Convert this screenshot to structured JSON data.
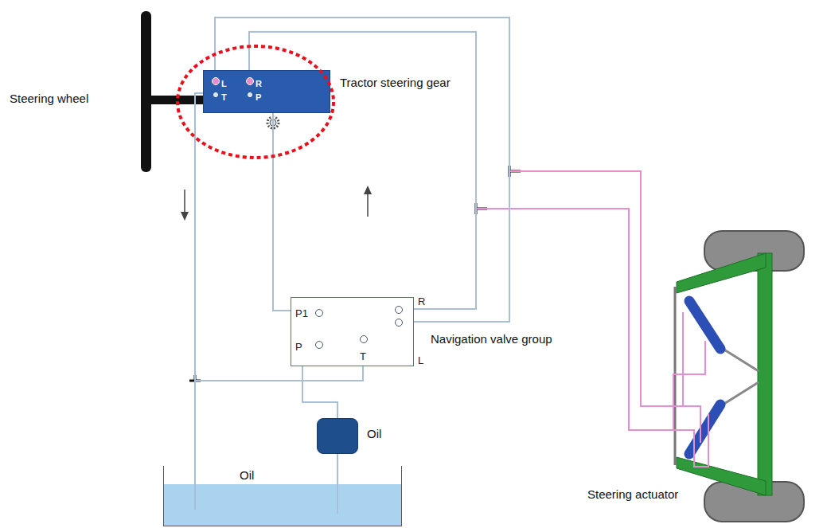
{
  "diagram": {
    "nodes": [
      {
        "text": [
          "Tractor steering gear",
          "L",
          "R",
          "T",
          "P"
        ]
      },
      {
        "text": [
          "Navigation valve group",
          "P1",
          "P",
          "T",
          "R",
          "L"
        ]
      },
      {
        "text": [
          "Oil"
        ]
      },
      {
        "text": [
          "Oil"
        ]
      },
      {
        "text": [
          "Steering actuator"
        ]
      }
    ],
    "edges": [
      {
        "from": 0,
        "to": 1,
        "arrow": "none"
      },
      {
        "from": 0,
        "to": 1,
        "arrow": "none"
      },
      {
        "from": 1,
        "to": 0,
        "arrow": "none"
      },
      {
        "from": 3,
        "to": 1,
        "arrow": "none"
      },
      {
        "from": 0,
        "to": 2,
        "arrow": "none"
      },
      {
        "from": 1,
        "to": 2,
        "arrow": "none"
      },
      {
        "from": 3,
        "to": 2,
        "arrow": "none"
      },
      {
        "from": 1,
        "to": 4,
        "arrow": "none"
      },
      {
        "from": 1,
        "to": 4,
        "arrow": "none"
      }
    ],
    "labels": [
      "Steering wheel"
    ]
  }
}
